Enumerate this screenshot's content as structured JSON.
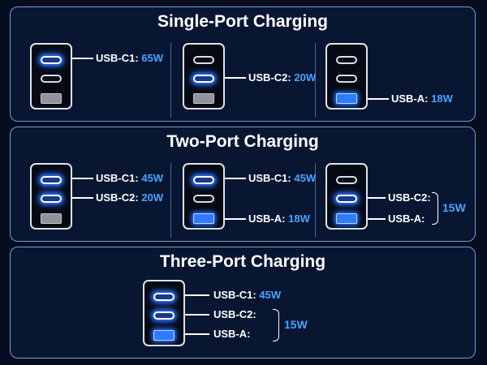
{
  "single": {
    "title": "Single-Port Charging",
    "c1_label": "USB-C1:",
    "c1_watt": "65W",
    "c2_label": "USB-C2:",
    "c2_watt": "20W",
    "a_label": "USB-A:",
    "a_watt": "18W"
  },
  "two": {
    "title": "Two-Port Charging",
    "g1_c1_label": "USB-C1:",
    "g1_c1_watt": "45W",
    "g1_c2_label": "USB-C2:",
    "g1_c2_watt": "20W",
    "g2_c1_label": "USB-C1:",
    "g2_c1_watt": "45W",
    "g2_a_label": "USB-A:",
    "g2_a_watt": "18W",
    "g3_c2_label": "USB-C2:",
    "g3_a_label": "USB-A:",
    "g3_shared_watt": "15W"
  },
  "three": {
    "title": "Three-Port Charging",
    "c1_label": "USB-C1:",
    "c1_watt": "45W",
    "c2_label": "USB-C2:",
    "a_label": "USB-A:",
    "shared_watt": "15W"
  },
  "colors": {
    "background": "#050d1f",
    "panel": "#081632",
    "panel_border": "#6fa0d8",
    "accent_blue": "#4aa3ff",
    "port_glow": "#2b72ff"
  }
}
